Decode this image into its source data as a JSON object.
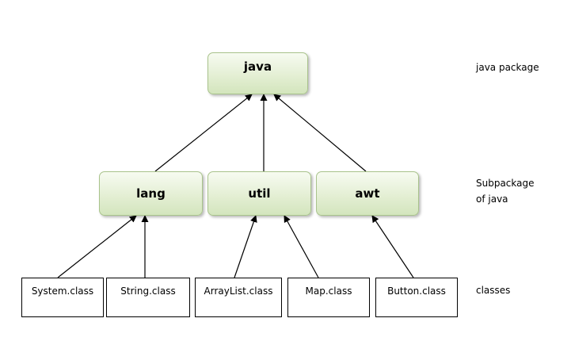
{
  "diagram": {
    "root": {
      "label": "java"
    },
    "subpackages": [
      {
        "label": "lang"
      },
      {
        "label": "util"
      },
      {
        "label": "awt"
      }
    ],
    "classes": [
      {
        "label": "System.class"
      },
      {
        "label": "String.class"
      },
      {
        "label": "ArrayList.class"
      },
      {
        "label": "Map.class"
      },
      {
        "label": "Button.class"
      }
    ],
    "annotations": {
      "root": "java package",
      "subpackage_line1": "Subpackage",
      "subpackage_line2": "of java",
      "classes": "classes"
    },
    "colors": {
      "box_fill": "#e4efd4",
      "box_border": "#a9c38c",
      "arrow": "#000000"
    }
  }
}
